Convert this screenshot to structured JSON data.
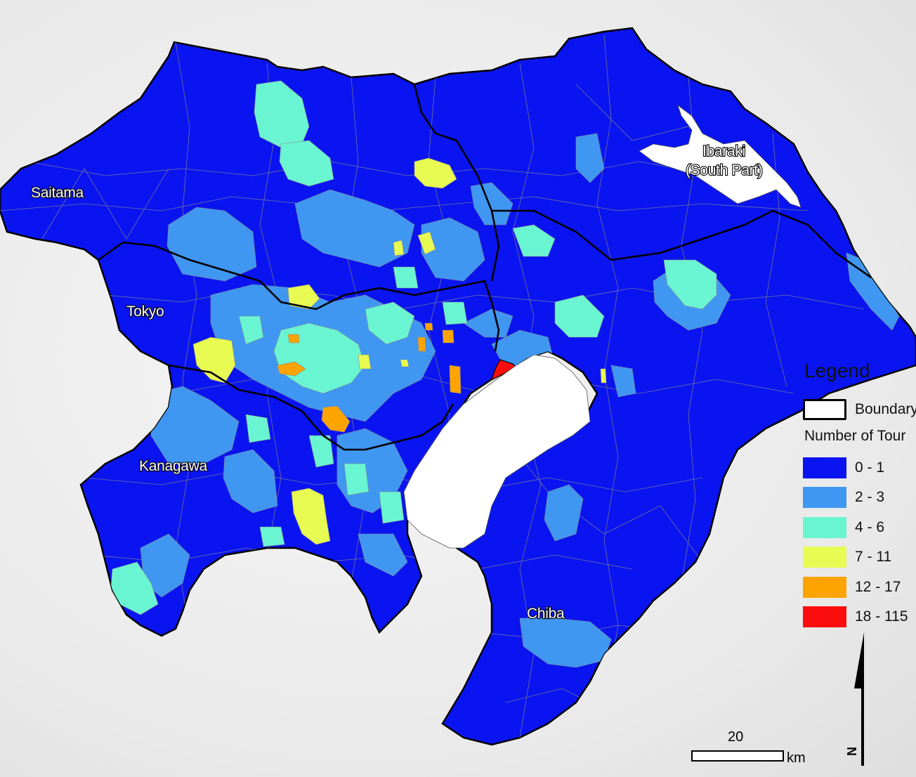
{
  "map": {
    "regions": [
      {
        "name": "Saitama"
      },
      {
        "name": "Tokyo"
      },
      {
        "name": "Kanagawa"
      },
      {
        "name": "Chiba"
      },
      {
        "name": "Ibaraki",
        "name2": "(South Part)"
      }
    ],
    "colors": {
      "c01": "#0a14f0",
      "c23": "#3f97f2",
      "c46": "#6af5d2",
      "c711": "#e8fb52",
      "c1217": "#fda400",
      "c18": "#fc0d0d",
      "water": "#ffffff",
      "boundary": "#000000",
      "subdivision": "#8a8a8a"
    }
  },
  "legend": {
    "title": "Legend",
    "boundary_label": "Boundary",
    "subtitle": "Number of Tour",
    "classes": [
      {
        "label": "0 - 1",
        "color": "#0a14f0"
      },
      {
        "label": "2 - 3",
        "color": "#3f97f2"
      },
      {
        "label": "4 - 6",
        "color": "#6af5d2"
      },
      {
        "label": "7 - 11",
        "color": "#e8fb52"
      },
      {
        "label": "12 - 17",
        "color": "#fda400"
      },
      {
        "label": "18 - 115",
        "color": "#fc0d0d"
      }
    ]
  },
  "scale": {
    "value": "20",
    "unit": "km"
  },
  "north_arrow": {
    "label": "N"
  }
}
